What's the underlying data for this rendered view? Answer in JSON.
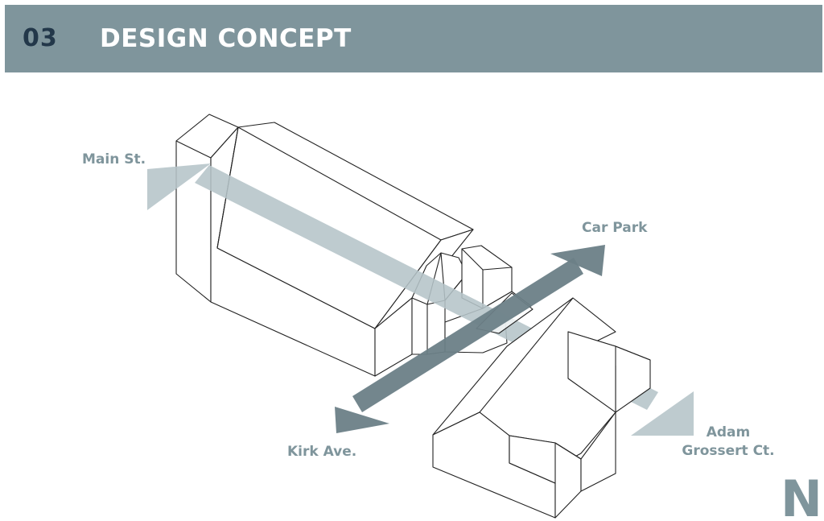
{
  "header": {
    "number": "03",
    "title": "DESIGN CONCEPT"
  },
  "labels": {
    "main_st": "Main St.",
    "car_park": "Car Park",
    "kirk_ave": "Kirk Ave.",
    "adam_line1": "Adam",
    "adam_line2": "Grossert Ct."
  },
  "logo": "N",
  "colors": {
    "header_bg": "#7f959c",
    "header_number": "#23384a",
    "light_arrow": "#b5c4c8",
    "dark_arrow": "#6b7f87",
    "label_text": "#7f959c"
  }
}
